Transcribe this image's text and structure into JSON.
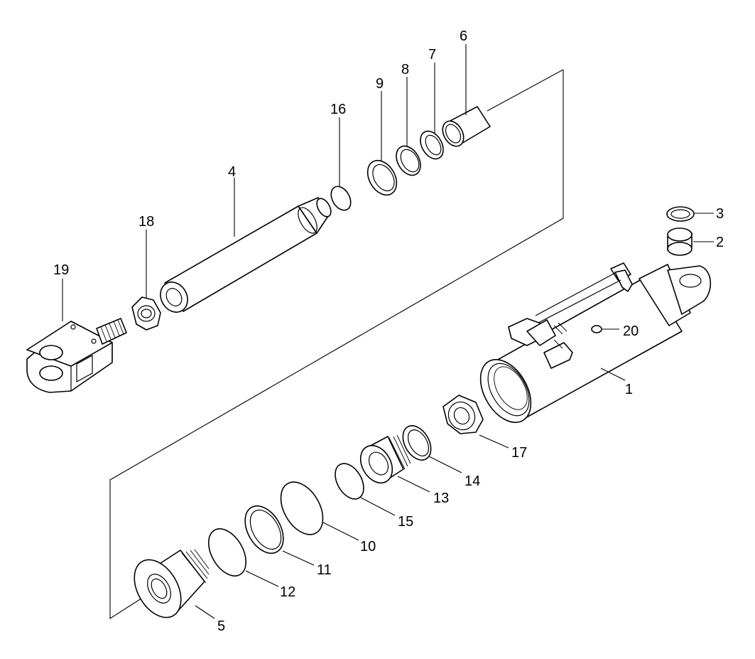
{
  "diagram": {
    "type": "exploded-parts-diagram",
    "subject": "hydraulic cylinder",
    "callouts": [
      "1",
      "2",
      "3",
      "4",
      "5",
      "6",
      "7",
      "8",
      "9",
      "10",
      "11",
      "12",
      "13",
      "14",
      "15",
      "16",
      "17",
      "18",
      "19",
      "20"
    ]
  },
  "colors": {
    "line": "#000000",
    "background": "#ffffff"
  }
}
